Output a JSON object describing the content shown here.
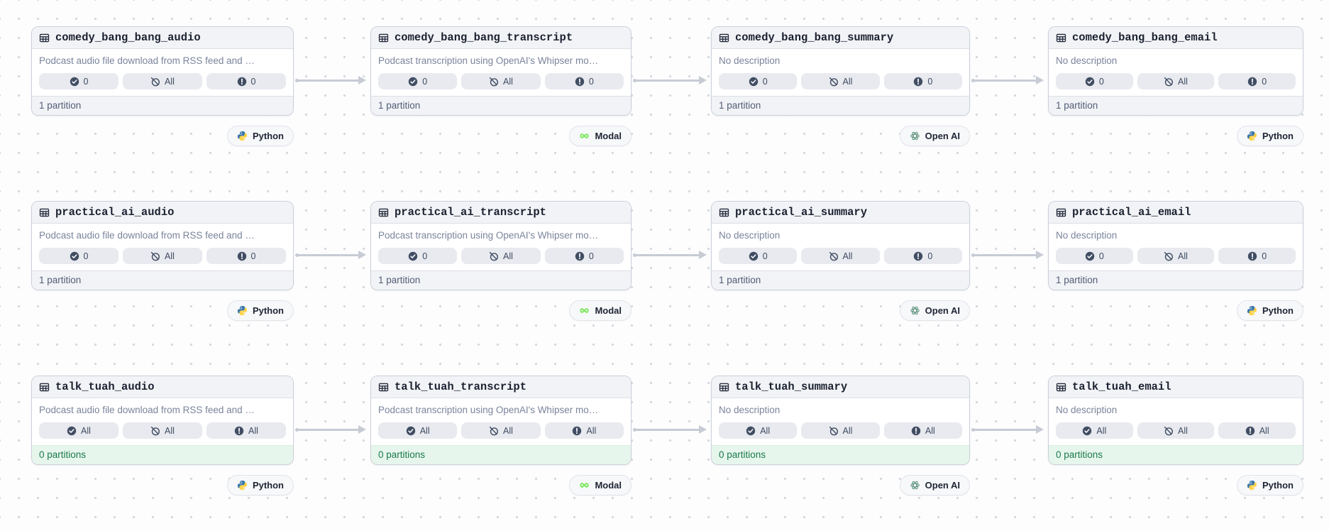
{
  "colors": {
    "card_header_bg": "#F2F3F6",
    "badge_bg": "#E8EAEF",
    "partition_ok_bg": "#E7F6EC",
    "partition_ok_text": "#19794C",
    "edge_gray": "#C7CBD4",
    "python_blue": "#3876AC",
    "python_yellow": "#FFD242",
    "modal_green": "#7DE95F",
    "openai_green": "#6C9C88"
  },
  "rows": [
    {
      "assets": [
        {
          "name": "comedy_bang_bang_audio",
          "description": "Podcast audio file download from RSS feed and …",
          "materialized": "0",
          "missing": "All",
          "failed": "0",
          "partitions": "1 partition",
          "tag": "Python"
        },
        {
          "name": "comedy_bang_bang_transcript",
          "description": "Podcast transcription using OpenAI's Whipser mo…",
          "materialized": "0",
          "missing": "All",
          "failed": "0",
          "partitions": "1 partition",
          "tag": "Modal"
        },
        {
          "name": "comedy_bang_bang_summary",
          "description": "No description",
          "materialized": "0",
          "missing": "All",
          "failed": "0",
          "partitions": "1 partition",
          "tag": "Open AI"
        },
        {
          "name": "comedy_bang_bang_email",
          "description": "No description",
          "materialized": "0",
          "missing": "All",
          "failed": "0",
          "partitions": "1 partition",
          "tag": "Python"
        }
      ]
    },
    {
      "assets": [
        {
          "name": "practical_ai_audio",
          "description": "Podcast audio file download from RSS feed and …",
          "materialized": "0",
          "missing": "All",
          "failed": "0",
          "partitions": "1 partition",
          "tag": "Python"
        },
        {
          "name": "practical_ai_transcript",
          "description": "Podcast transcription using OpenAI's Whipser mo…",
          "materialized": "0",
          "missing": "All",
          "failed": "0",
          "partitions": "1 partition",
          "tag": "Modal"
        },
        {
          "name": "practical_ai_summary",
          "description": "No description",
          "materialized": "0",
          "missing": "All",
          "failed": "0",
          "partitions": "1 partition",
          "tag": "Open AI"
        },
        {
          "name": "practical_ai_email",
          "description": "No description",
          "materialized": "0",
          "missing": "All",
          "failed": "0",
          "partitions": "1 partition",
          "tag": "Python"
        }
      ]
    },
    {
      "assets": [
        {
          "name": "talk_tuah_audio",
          "description": "Podcast audio file download from RSS feed and …",
          "materialized": "All",
          "missing": "All",
          "failed": "All",
          "partitions": "0 partitions",
          "tag": "Python"
        },
        {
          "name": "talk_tuah_transcript",
          "description": "Podcast transcription using OpenAI's Whipser mo…",
          "materialized": "All",
          "missing": "All",
          "failed": "All",
          "partitions": "0 partitions",
          "tag": "Modal"
        },
        {
          "name": "talk_tuah_summary",
          "description": "No description",
          "materialized": "All",
          "missing": "All",
          "failed": "All",
          "partitions": "0 partitions",
          "tag": "Open AI"
        },
        {
          "name": "talk_tuah_email",
          "description": "No description",
          "materialized": "All",
          "missing": "All",
          "failed": "All",
          "partitions": "0 partitions",
          "tag": "Python"
        }
      ]
    }
  ]
}
